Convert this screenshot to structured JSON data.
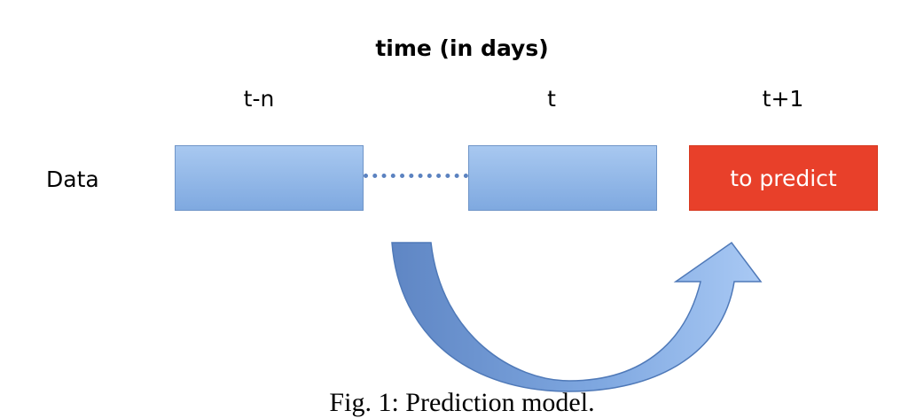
{
  "title": "time (in days)",
  "ticks": {
    "start": "t-n",
    "current": "t",
    "next": "t+1"
  },
  "row_label": "Data",
  "target_label": "to predict",
  "caption": "Fig. 1: Prediction model.",
  "colors": {
    "block": "#8fb6e8",
    "target": "#e8402a",
    "arrow": "#6f95d0"
  },
  "icons": {
    "arrow": "curved-arrow-icon"
  }
}
